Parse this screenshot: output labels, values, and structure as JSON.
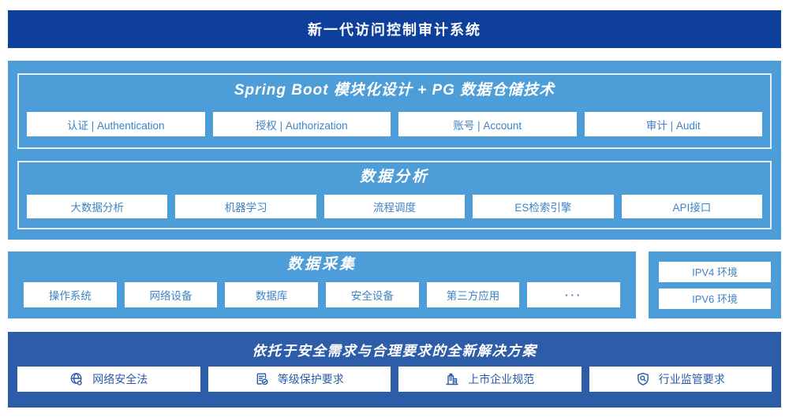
{
  "banner": {
    "title": "新一代访问控制审计系统"
  },
  "platform": {
    "spring_boot": {
      "title": "Spring Boot 模块化设计 + PG 数据仓储技术",
      "items": [
        "认证 | Authentication",
        "授权 | Authorization",
        "账号 | Account",
        "审计 | Audit"
      ]
    },
    "data_analysis": {
      "title": "数据分析",
      "items": [
        "大数据分析",
        "机器学习",
        "流程调度",
        "ES检索引擎",
        "API接口"
      ]
    }
  },
  "data_collection": {
    "title": "数据采集",
    "items": [
      "操作系统",
      "网络设备",
      "数据库",
      "安全设备",
      "第三方应用",
      "···"
    ]
  },
  "network_env": {
    "items": [
      "IPV4 环境",
      "IPV6 环境"
    ]
  },
  "solution": {
    "title": "依托于安全需求与合理要求的全新解决方案",
    "items": [
      {
        "icon": "globe-icon",
        "label": "网络安全法"
      },
      {
        "icon": "document-check-icon",
        "label": "等级保护要求"
      },
      {
        "icon": "building-icon",
        "label": "上市企业规范"
      },
      {
        "icon": "shield-search-icon",
        "label": "行业监管要求"
      }
    ]
  },
  "colors": {
    "banner_bg": "#0e3f9a",
    "light_blue": "#4d9dd9",
    "solution_bg": "#2d5ca9",
    "box_text_blue": "#3e83c5",
    "solution_text_blue": "#2b5ba7",
    "panel_border": "#ffffff"
  }
}
